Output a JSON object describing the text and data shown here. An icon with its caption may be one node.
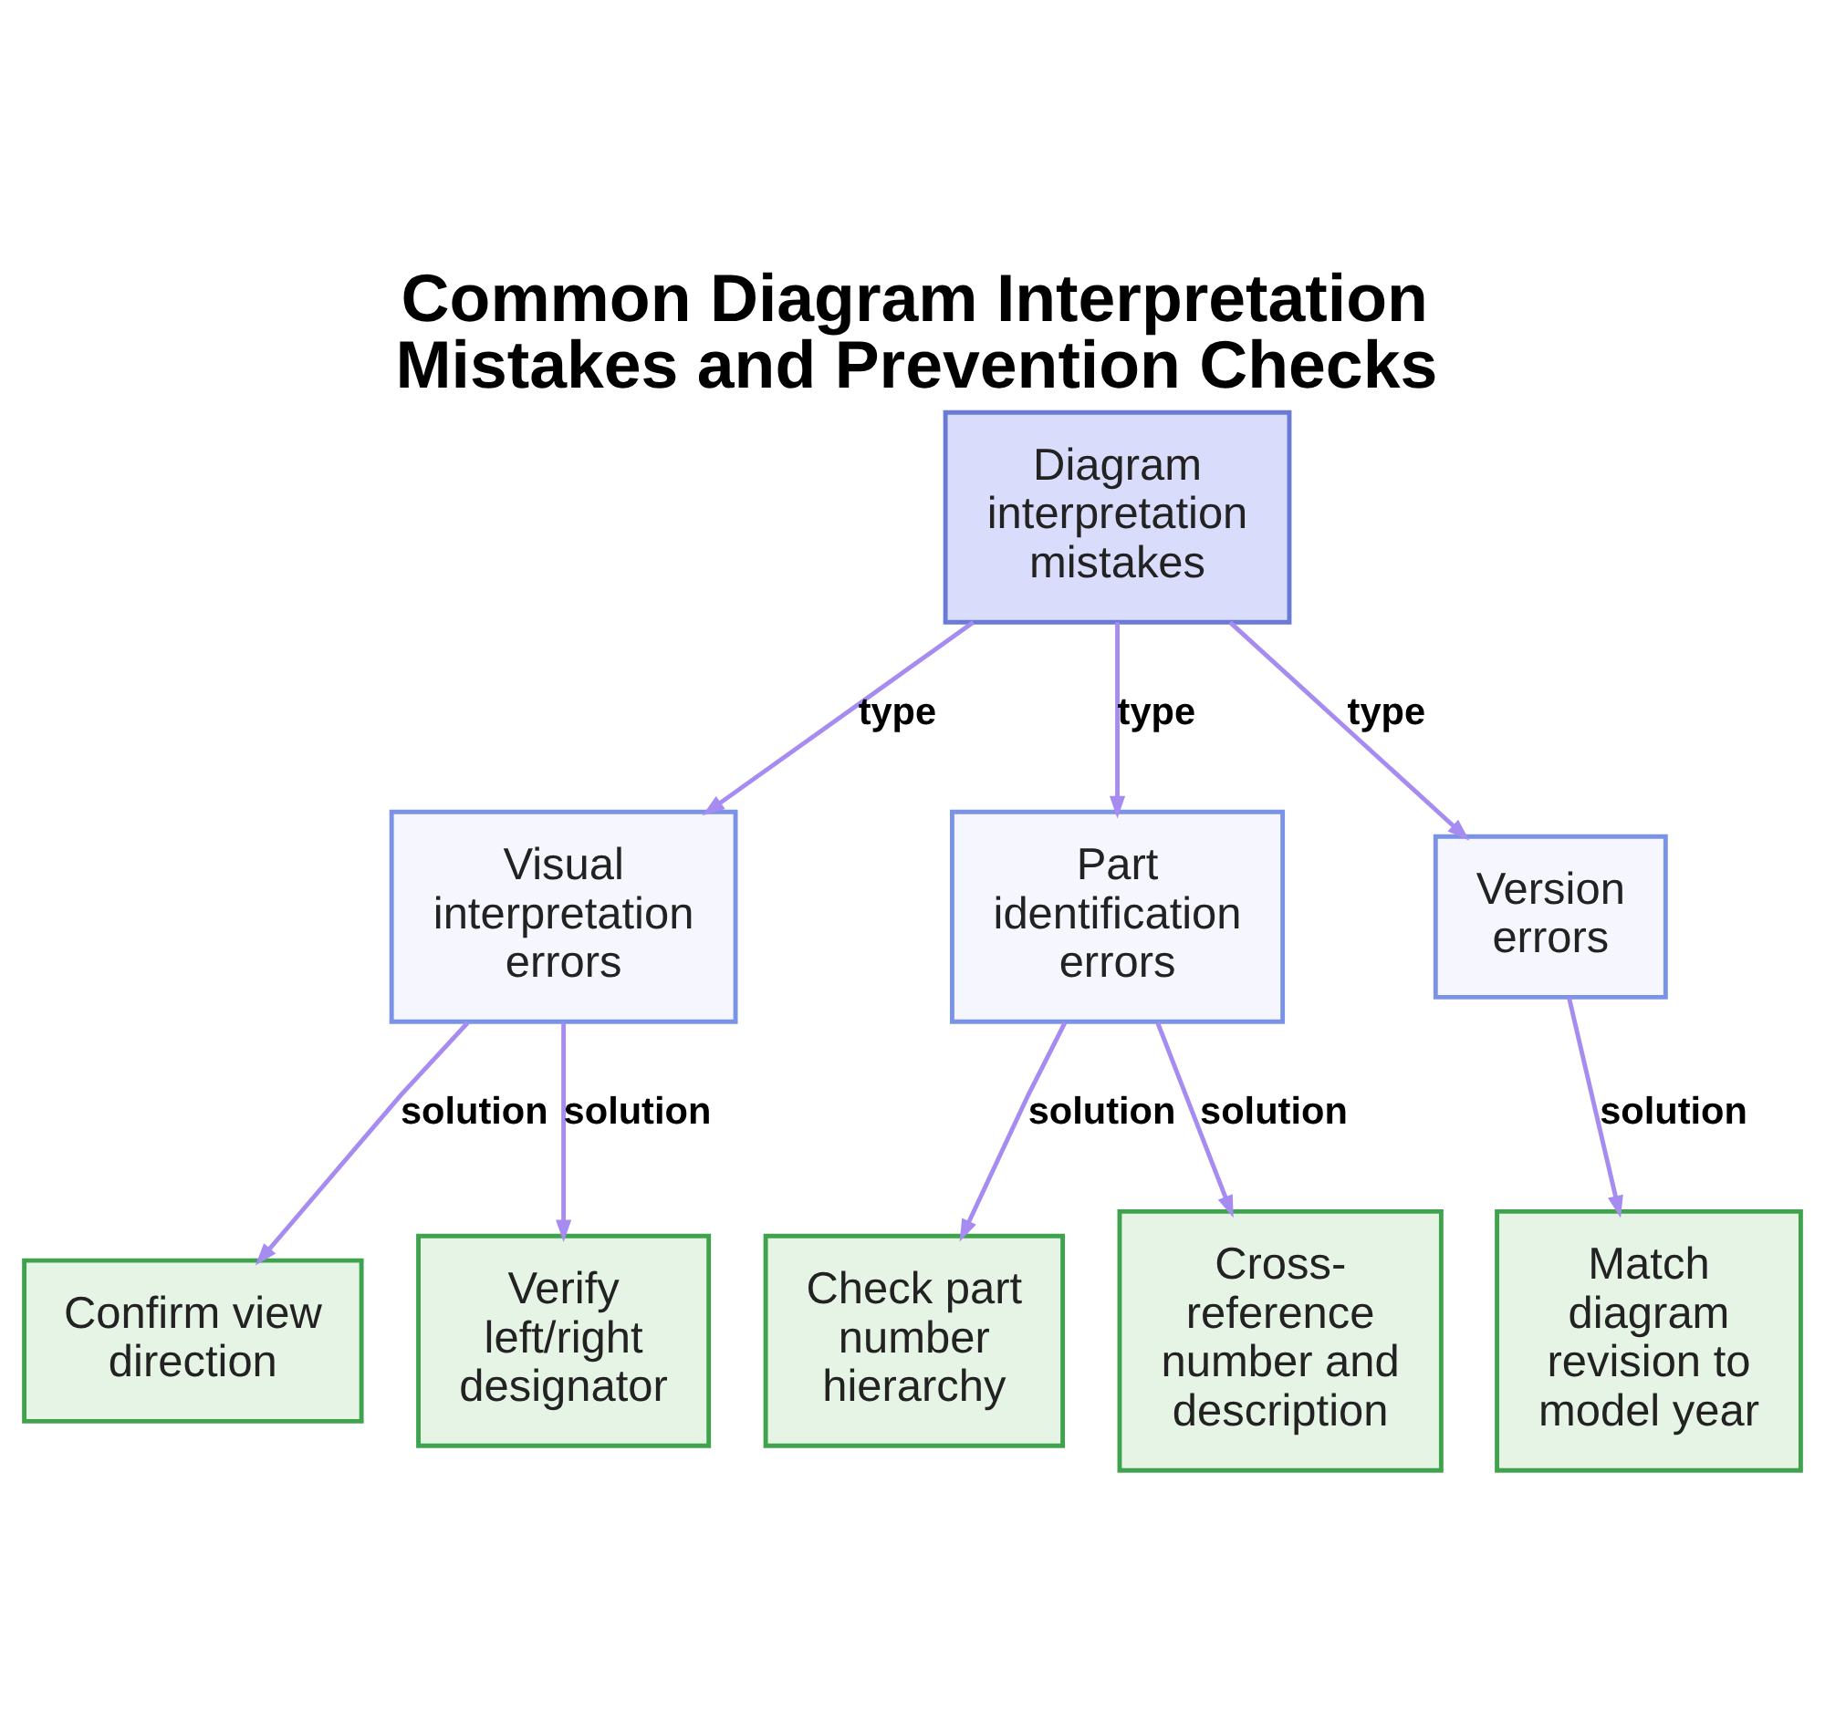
{
  "diagram": {
    "title": "Common Diagram Interpretation Mistakes and Prevention Checks",
    "nodes": [
      {
        "text": [
          "Diagram interpretation mistakes"
        ]
      },
      {
        "text": [
          "Visual interpretation errors"
        ]
      },
      {
        "text": [
          "Part identification errors"
        ]
      },
      {
        "text": [
          "Version errors"
        ]
      },
      {
        "text": [
          "Confirm view direction"
        ]
      },
      {
        "text": [
          "Verify left/right designator"
        ]
      },
      {
        "text": [
          "Check part number hierarchy"
        ]
      },
      {
        "text": [
          "Cross-reference number and description"
        ]
      },
      {
        "text": [
          "Match diagram revision to model year"
        ]
      }
    ],
    "edges": [
      {
        "from": 0,
        "to": 1,
        "arrow": "to",
        "label": "type"
      },
      {
        "from": 0,
        "to": 2,
        "arrow": "to",
        "label": "type"
      },
      {
        "from": 0,
        "to": 3,
        "arrow": "to",
        "label": "type"
      },
      {
        "from": 1,
        "to": 4,
        "arrow": "to",
        "label": "solution"
      },
      {
        "from": 1,
        "to": 5,
        "arrow": "to",
        "label": "solution"
      },
      {
        "from": 2,
        "to": 6,
        "arrow": "to",
        "label": "solution"
      },
      {
        "from": 2,
        "to": 7,
        "arrow": "to",
        "label": "solution"
      },
      {
        "from": 3,
        "to": 8,
        "arrow": "to",
        "label": "solution"
      }
    ]
  }
}
